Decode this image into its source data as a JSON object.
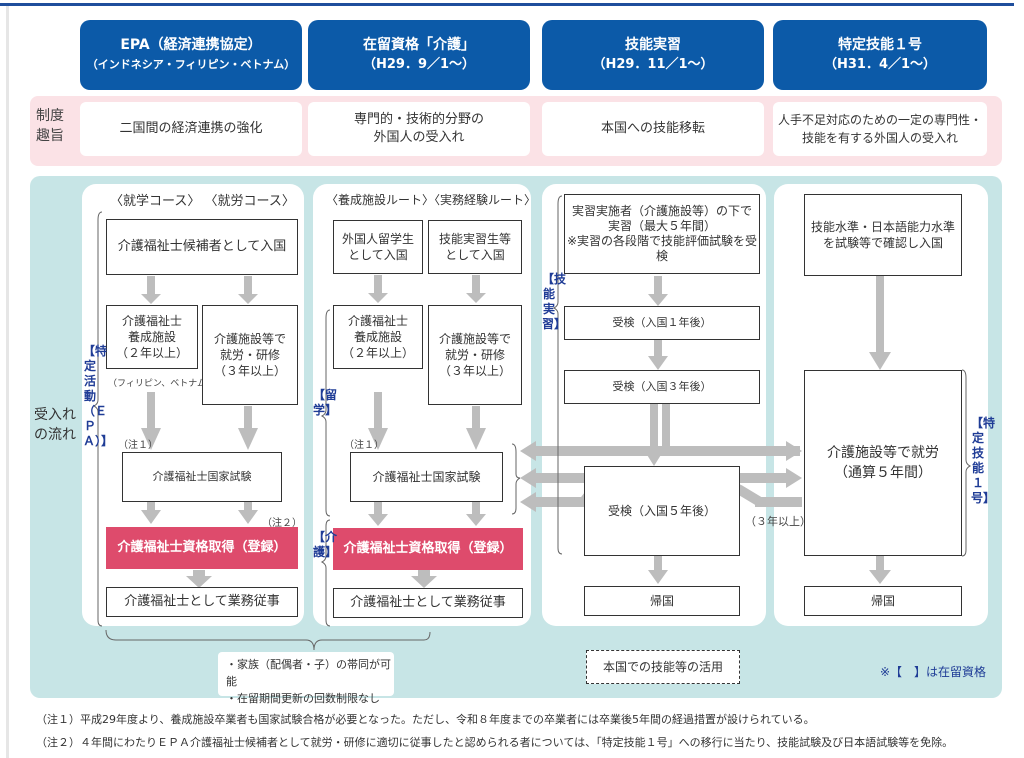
{
  "headers": [
    {
      "line1": "EPA（経済連携協定）",
      "line2": "（インドネシア・フィリピン・ベトナム）"
    },
    {
      "line1": "在留資格「介護」",
      "line2": "（H29．9／1～）"
    },
    {
      "line1": "技能実習",
      "line2": "（H29．11／1～）"
    },
    {
      "line1": "特定技能１号",
      "line2": "（H31．4／1～）"
    }
  ],
  "purpose": {
    "label": "制度\n趣旨",
    "cells": [
      "二国間の経済連携の強化",
      "専門的・技術的分野の\n外国人の受入れ",
      "本国への技能移転",
      "人手不足対応のための一定の専門性・\n技能を有する外国人の受入れ"
    ]
  },
  "flow_label": "受入れ\nの流れ",
  "epa": {
    "courses": "〈就学コース〉 〈就労コース〉",
    "entry": "介護福祉士候補者として入国",
    "school": "介護福祉士\n養成施設\n（２年以上）",
    "school_note": "（フィリピン、ベトナム）",
    "work": "介護施設等で\n就労・研修\n（３年以上）",
    "note1": "（注１）",
    "note2": "（注２）",
    "exam": "介護福祉士国家試験",
    "qualify": "介護福祉士資格取得（登録）",
    "job": "介護福祉士として業務従事",
    "tag": "【特定活動（ＥＰＡ）】"
  },
  "kaigo": {
    "routes": "〈養成施設ルート〉〈実務経験ルート〉",
    "entry_student": "外国人留学生\nとして入国",
    "entry_trainee": "技能実習生等\nとして入国",
    "school": "介護福祉士\n養成施設\n（２年以上）",
    "work": "介護施設等で\n就労・研修\n（３年以上）",
    "note1": "（注１）",
    "exam": "介護福祉士国家試験",
    "qualify": "介護福祉士資格取得（登録）",
    "job": "介護福祉士として業務従事",
    "tag_study": "【留学】",
    "tag_kaigo": "【介護】"
  },
  "ginou": {
    "training": "実習実施者（介護施設等）の下で\n実習（最大５年間）\n※実習の各段階で技能評価試験を受検",
    "exam1": "受検（入国１年後）",
    "exam3": "受検（入国３年後）",
    "exam5": "受検（入国５年後）",
    "return": "帰国",
    "years_note": "（３年以上）",
    "tag": "【技能実習】",
    "home": "本国での技能等の活用"
  },
  "tokutei": {
    "entry": "技能水準・日本語能力水準\nを試験等で確認し入国",
    "work": "介護施設等で就労\n（通算５年間）",
    "return": "帰国",
    "tag": "【特定技能１号】"
  },
  "family_info": "・家族（配偶者・子）の帯同が可能\n・在留期間更新の回数制限なし",
  "legend": "※【　】は在留資格",
  "footnotes": [
    "（注１）平成29年度より、養成施設卒業者も国家試験合格が必要となった。ただし、令和８年度までの卒業者には卒業後5年間の経過措置が設けられている。",
    "（注２）４年間にわたりＥＰＡ介護福祉士候補者として就労・研修に適切に従事したと認められる者については、「特定技能１号」への移行に当たり、技能試験及び日本語試験等を免除。"
  ],
  "colors": {
    "header_blue": "#0c5aa8",
    "qualify_pink": "#de4b6c",
    "purpose_bg": "#fbe2e6",
    "flow_bg": "#c7e5e6",
    "tag_blue": "#1f3c96",
    "arrow_gray": "#bdbdbd"
  }
}
